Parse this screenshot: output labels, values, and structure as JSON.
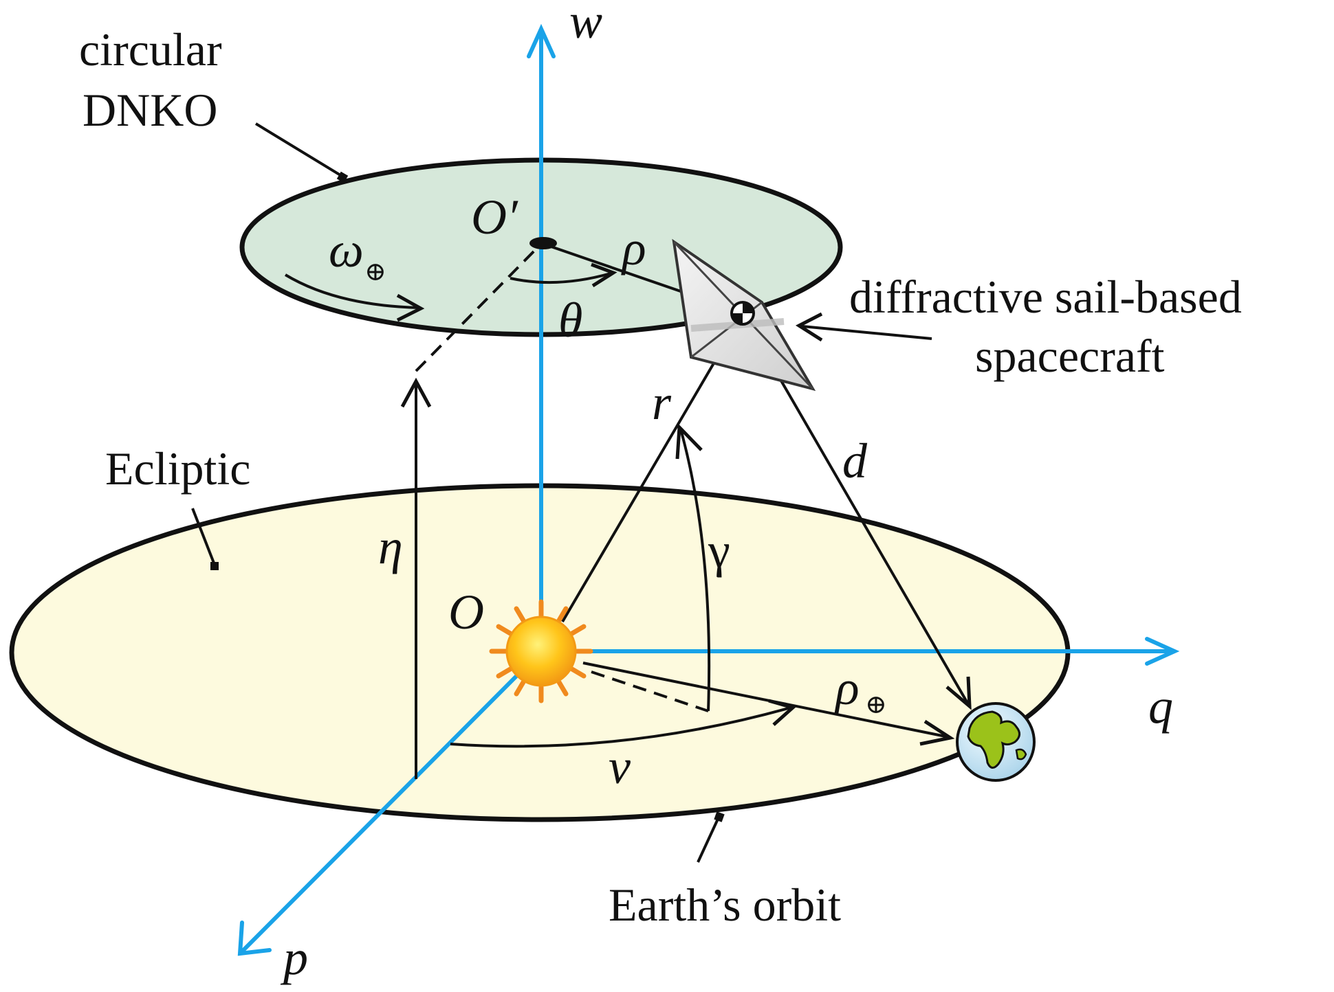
{
  "labels": {
    "dnko_line1": "circular",
    "dnko_line2": "DNKO",
    "sail_line1": "diffractive sail-based",
    "sail_line2": "spacecraft",
    "ecliptic": "Ecliptic",
    "earth_orbit": "Earth’s orbit"
  },
  "symbols": {
    "axis_w": "w",
    "axis_q": "q",
    "axis_p": "p",
    "origin_O": "O",
    "origin_O_prime": "O′",
    "omega": "ω",
    "earth_sub": "⊕",
    "rho": "ρ",
    "rho_earth": "ρ",
    "theta": "θ",
    "eta": "η",
    "r": "r",
    "d": "d",
    "gamma": "γ",
    "nu": "ν"
  },
  "colors": {
    "axis": "#1aa3e8",
    "dnko_fill": "#d6e8da",
    "ecliptic_fill": "#fdfade",
    "outline": "#111111",
    "sun_core": "#ffd21a",
    "sun_ray": "#f08a1e",
    "earth_ocean": "#cfe6f2",
    "earth_land": "#9bc21a"
  },
  "icons": [
    "sun-icon",
    "earth-icon",
    "sail-spacecraft-icon"
  ]
}
